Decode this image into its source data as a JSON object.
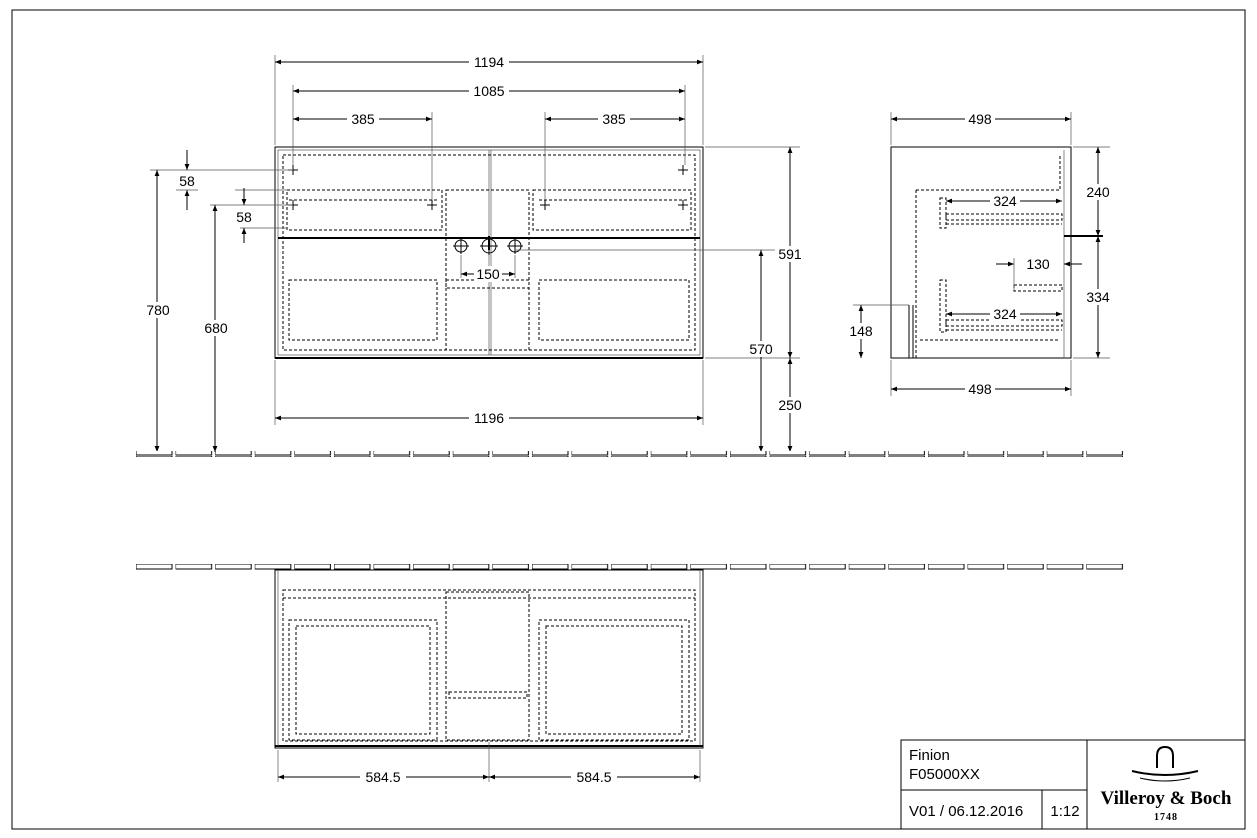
{
  "title_block": {
    "product_name": "Finion",
    "article_number": "F05000XX",
    "version_date": "V01 / 06.12.2016",
    "scale": "1:12",
    "brand": "Villeroy & Boch",
    "brand_year": "1748"
  },
  "front_view": {
    "overall_width_top": "1194",
    "inner_width": "1085",
    "left_half": "385",
    "right_half": "385",
    "top_offset_1": "58",
    "top_offset_2": "58",
    "height_780": "780",
    "height_680": "680",
    "connection_spacing": "150",
    "cabinet_height": "591",
    "height_570": "570",
    "floor_clearance": "250",
    "overall_width_bottom": "1196"
  },
  "side_view": {
    "depth_top": "498",
    "height_240": "240",
    "drawer_depth_upper": "324",
    "offset_130": "130",
    "height_334": "334",
    "height_148": "148",
    "drawer_depth_lower": "324",
    "depth_bottom": "498"
  },
  "bottom_view": {
    "left_half_width": "584.5",
    "right_half_width": "584.5"
  }
}
